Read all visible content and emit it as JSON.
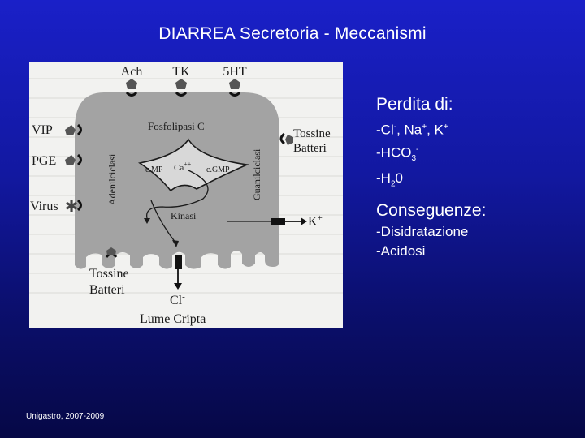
{
  "slide": {
    "title": "DIARREA Secretoria - Meccanismi",
    "footer": "Unigastro, 2007-2009"
  },
  "figure": {
    "receptors_top": [
      "Ach",
      "TK",
      "5HT"
    ],
    "receptors_left": [
      "VIP",
      "PGE",
      "Virus"
    ],
    "fosfolipasi": "Fosfolipasi C",
    "adenilciclasi": "Adenilciclasi",
    "guanilciclasi": "Guanilciclasi",
    "cmp": "c.MP",
    "ca": "Ca",
    "ca_charge": "++",
    "cgmp": "c.GMP",
    "kinasi": "Kinasi",
    "tossine_right_1": "Tossine",
    "tossine_right_2": "Batteri",
    "tossine_bottom_1": "Tossine",
    "tossine_bottom_2": "Batteri",
    "k_ion": "K",
    "k_charge": "+",
    "cl_ion": "Cl",
    "cl_charge": "-",
    "lume": "Lume Cripta"
  },
  "perdita": {
    "heading": "Perdita di:",
    "line1_a": "-Cl",
    "line1_a_sup": "-",
    "line1_b": ", Na",
    "line1_b_sup": "+",
    "line1_c": ", K",
    "line1_c_sup": "+",
    "line2": "-HCO",
    "line2_sub": "3",
    "line2_sup": "-",
    "line3": "-H",
    "line3_sub": "2",
    "line3_end": "0"
  },
  "conseguenze": {
    "heading": "Conseguenze:",
    "items": [
      "-Disidratazione",
      "-Acidosi"
    ]
  }
}
